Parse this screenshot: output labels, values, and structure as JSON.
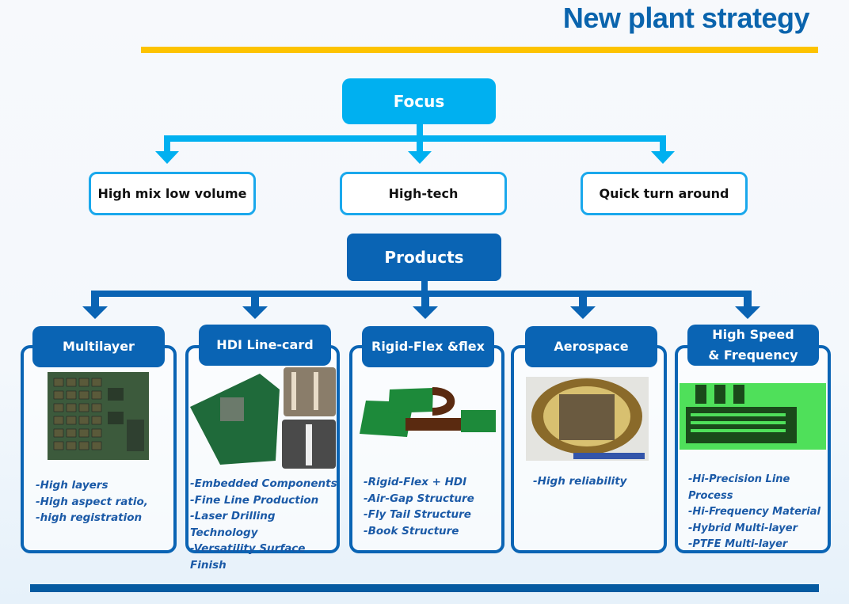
{
  "header": {
    "title": "New plant strategy"
  },
  "focus": {
    "label": "Focus",
    "items": [
      "High mix low volume",
      "High-tech",
      "Quick turn around"
    ]
  },
  "products": {
    "label": "Products",
    "items": [
      {
        "title": "Multilayer",
        "image": "multilayer-pcb-photo",
        "features": [
          "-High layers",
          "-High aspect ratio,",
          "-high registration"
        ]
      },
      {
        "title": "HDI Line-card",
        "image": "hdi-pcb-photo",
        "features": [
          "-Embedded Components",
          "-Fine Line Production",
          "-Laser Drilling Technology",
          "-Versatility Surface Finish"
        ]
      },
      {
        "title": "Rigid-Flex &flex",
        "image": "rigid-flex-pcb-photo",
        "features": [
          "-Rigid-Flex + HDI",
          "-Air-Gap Structure",
          "-Fly Tail Structure",
          "-Book Structure"
        ]
      },
      {
        "title": "Aerospace",
        "image": "aerospace-pcb-photo",
        "features": [
          "-High reliability"
        ]
      },
      {
        "title_line1": "High Speed",
        "title_line2": "& Frequency",
        "image": "high-frequency-pcb-photo",
        "features": [
          "-Hi-Precision Line Process",
          "-Hi-Frequency Material",
          "-Hybrid Multi-layer",
          "-PTFE Multi-layer"
        ]
      }
    ]
  },
  "colors": {
    "title_blue": "#0a64ad",
    "gold": "#fdc300",
    "focus_cyan": "#00b0f0",
    "product_blue": "#0a64b4"
  }
}
